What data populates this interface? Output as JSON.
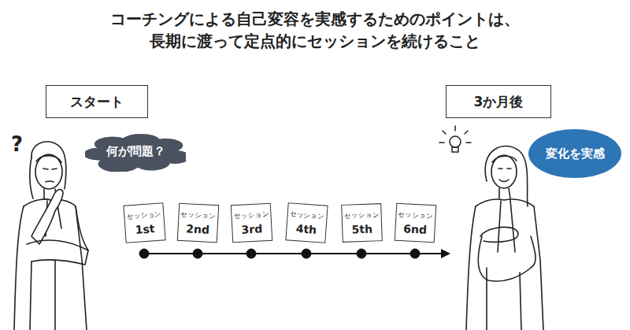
{
  "diagram": {
    "title": "コーチングによる自己変容を実感するためのポイントは、 長期に渡って定点的にセッションを続けること",
    "nodes": [
      {
        "text": [
          "スタート"
        ]
      },
      {
        "text": [
          "何が問題？"
        ]
      },
      {
        "text": [
          "セッション",
          "1st"
        ]
      },
      {
        "text": [
          "セッション",
          "2nd"
        ]
      },
      {
        "text": [
          "セッション",
          "3rd"
        ]
      },
      {
        "text": [
          "セッション",
          "4th"
        ]
      },
      {
        "text": [
          "セッション",
          "5th"
        ]
      },
      {
        "text": [
          "セッション",
          "6nd"
        ]
      },
      {
        "text": [
          "3か月後"
        ]
      },
      {
        "text": [
          "変化を実感"
        ]
      }
    ],
    "labels": [
      "?"
    ]
  }
}
